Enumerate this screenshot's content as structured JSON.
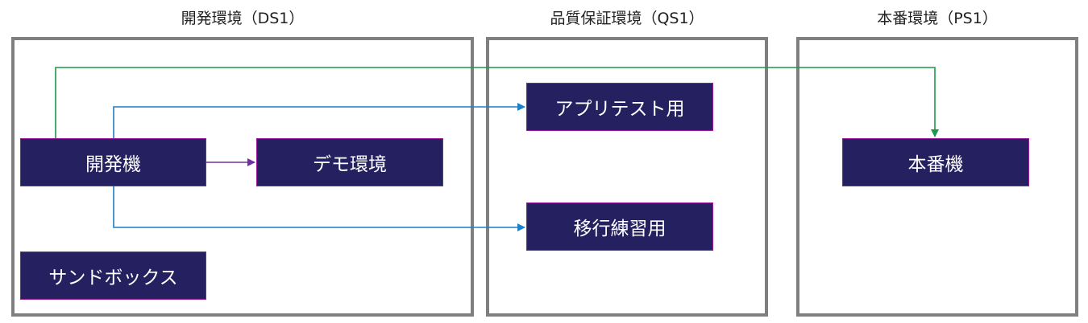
{
  "environments": {
    "dev": {
      "title": "開発環境（DS1）"
    },
    "qa": {
      "title": "品質保証環境（QS1）"
    },
    "prod": {
      "title": "本番環境（PS1）"
    }
  },
  "nodes": {
    "dev_machine": "開発機",
    "demo_env": "デモ環境",
    "sandbox": "サンドボックス",
    "app_test": "アプリテスト用",
    "migration_practice": "移行練習用",
    "prod_machine": "本番機"
  },
  "colors": {
    "node_fill": "#252060",
    "node_border": "#9b1a9b",
    "frame": "#7f7f7f",
    "arrow_demo": "#7030a0",
    "arrow_qa": "#1f7fc8",
    "arrow_prod": "#1a9a4a"
  }
}
